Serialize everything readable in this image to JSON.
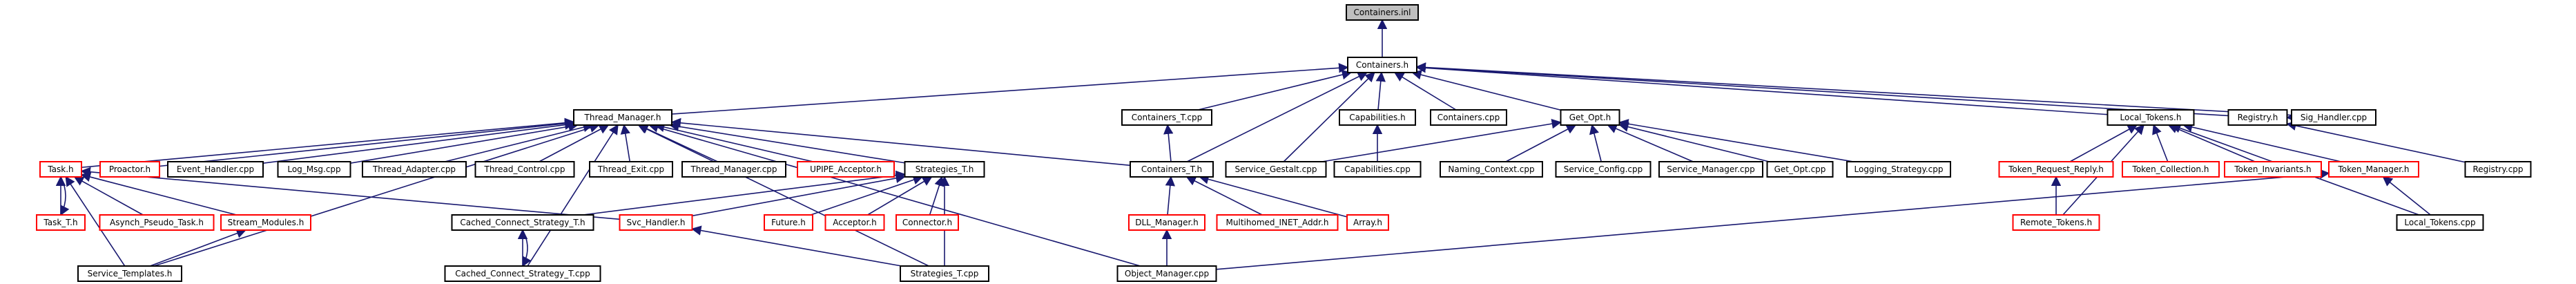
{
  "colors": {
    "edge": "#191970",
    "node_border": "#000000",
    "node_border_undocumented": "#ff0000",
    "root_fill": "#bfbfbf"
  },
  "nodes": [
    {
      "id": "containers_inl",
      "label": "Containers.inl",
      "style": "root"
    },
    {
      "id": "containers_h",
      "label": "Containers.h",
      "style": "black"
    },
    {
      "id": "thread_manager_h",
      "label": "Thread_Manager.h",
      "style": "black"
    },
    {
      "id": "containers_t_cpp",
      "label": "Containers_T.cpp",
      "style": "black"
    },
    {
      "id": "capabilities_h",
      "label": "Capabilities.h",
      "style": "black"
    },
    {
      "id": "containers_cpp",
      "label": "Containers.cpp",
      "style": "black"
    },
    {
      "id": "get_opt_h",
      "label": "Get_Opt.h",
      "style": "black"
    },
    {
      "id": "local_tokens_h",
      "label": "Local_Tokens.h",
      "style": "black"
    },
    {
      "id": "registry_h",
      "label": "Registry.h",
      "style": "black"
    },
    {
      "id": "sig_handler_cpp",
      "label": "Sig_Handler.cpp",
      "style": "black"
    },
    {
      "id": "task_h",
      "label": "Task.h",
      "style": "red"
    },
    {
      "id": "proactor_h",
      "label": "Proactor.h",
      "style": "red"
    },
    {
      "id": "event_handler_cpp",
      "label": "Event_Handler.cpp",
      "style": "black"
    },
    {
      "id": "log_msg_cpp",
      "label": "Log_Msg.cpp",
      "style": "black"
    },
    {
      "id": "thread_adapter_cpp",
      "label": "Thread_Adapter.cpp",
      "style": "black"
    },
    {
      "id": "thread_control_cpp",
      "label": "Thread_Control.cpp",
      "style": "black"
    },
    {
      "id": "thread_exit_cpp",
      "label": "Thread_Exit.cpp",
      "style": "black"
    },
    {
      "id": "thread_manager_cpp",
      "label": "Thread_Manager.cpp",
      "style": "black"
    },
    {
      "id": "upipe_acceptor_h",
      "label": "UPIPE_Acceptor.h",
      "style": "red"
    },
    {
      "id": "strategies_t_h",
      "label": "Strategies_T.h",
      "style": "black"
    },
    {
      "id": "containers_t_h",
      "label": "Containers_T.h",
      "style": "black"
    },
    {
      "id": "service_gestalt_cpp",
      "label": "Service_Gestalt.cpp",
      "style": "black"
    },
    {
      "id": "capabilities_cpp",
      "label": "Capabilities.cpp",
      "style": "black"
    },
    {
      "id": "naming_context_cpp",
      "label": "Naming_Context.cpp",
      "style": "black"
    },
    {
      "id": "service_config_cpp",
      "label": "Service_Config.cpp",
      "style": "black"
    },
    {
      "id": "service_manager_cpp",
      "label": "Service_Manager.cpp",
      "style": "black"
    },
    {
      "id": "get_opt_cpp",
      "label": "Get_Opt.cpp",
      "style": "black"
    },
    {
      "id": "logging_strategy_cpp",
      "label": "Logging_Strategy.cpp",
      "style": "black"
    },
    {
      "id": "token_request_reply_h",
      "label": "Token_Request_Reply.h",
      "style": "red"
    },
    {
      "id": "token_collection_h",
      "label": "Token_Collection.h",
      "style": "red"
    },
    {
      "id": "token_invariants_h",
      "label": "Token_Invariants.h",
      "style": "red"
    },
    {
      "id": "token_manager_h",
      "label": "Token_Manager.h",
      "style": "red"
    },
    {
      "id": "registry_cpp",
      "label": "Registry.cpp",
      "style": "black"
    },
    {
      "id": "task_t_h",
      "label": "Task_T.h",
      "style": "red"
    },
    {
      "id": "asynch_pseudo_task_h",
      "label": "Asynch_Pseudo_Task.h",
      "style": "red"
    },
    {
      "id": "stream_modules_h",
      "label": "Stream_Modules.h",
      "style": "red"
    },
    {
      "id": "cached_connect_strategy_t_h",
      "label": "Cached_Connect_Strategy_T.h",
      "style": "black"
    },
    {
      "id": "svc_handler_h",
      "label": "Svc_Handler.h",
      "style": "red"
    },
    {
      "id": "future_h",
      "label": "Future.h",
      "style": "red"
    },
    {
      "id": "acceptor_h",
      "label": "Acceptor.h",
      "style": "red"
    },
    {
      "id": "connector_h",
      "label": "Connector.h",
      "style": "red"
    },
    {
      "id": "dll_manager_h",
      "label": "DLL_Manager.h",
      "style": "red"
    },
    {
      "id": "multihomed_inet_addr_h",
      "label": "Multihomed_INET_Addr.h",
      "style": "red"
    },
    {
      "id": "array_h",
      "label": "Array.h",
      "style": "red"
    },
    {
      "id": "remote_tokens_h",
      "label": "Remote_Tokens.h",
      "style": "red"
    },
    {
      "id": "local_tokens_cpp",
      "label": "Local_Tokens.cpp",
      "style": "black"
    },
    {
      "id": "service_templates_h",
      "label": "Service_Templates.h",
      "style": "black"
    },
    {
      "id": "cached_connect_strategy_t_cpp",
      "label": "Cached_Connect_Strategy_T.cpp",
      "style": "black"
    },
    {
      "id": "strategies_t_cpp",
      "label": "Strategies_T.cpp",
      "style": "black"
    },
    {
      "id": "object_manager_cpp",
      "label": "Object_Manager.cpp",
      "style": "black"
    }
  ],
  "edges": [
    [
      "containers_h",
      "containers_inl"
    ],
    [
      "thread_manager_h",
      "containers_h"
    ],
    [
      "containers_t_cpp",
      "containers_h"
    ],
    [
      "capabilities_h",
      "containers_h"
    ],
    [
      "containers_cpp",
      "containers_h"
    ],
    [
      "get_opt_h",
      "containers_h"
    ],
    [
      "local_tokens_h",
      "containers_h"
    ],
    [
      "registry_h",
      "containers_h"
    ],
    [
      "sig_handler_cpp",
      "containers_h"
    ],
    [
      "containers_t_h",
      "containers_h"
    ],
    [
      "service_gestalt_cpp",
      "containers_h"
    ],
    [
      "task_h",
      "thread_manager_h"
    ],
    [
      "proactor_h",
      "thread_manager_h"
    ],
    [
      "event_handler_cpp",
      "thread_manager_h"
    ],
    [
      "log_msg_cpp",
      "thread_manager_h"
    ],
    [
      "thread_adapter_cpp",
      "thread_manager_h"
    ],
    [
      "thread_control_cpp",
      "thread_manager_h"
    ],
    [
      "thread_exit_cpp",
      "thread_manager_h"
    ],
    [
      "thread_manager_cpp",
      "thread_manager_h"
    ],
    [
      "upipe_acceptor_h",
      "thread_manager_h"
    ],
    [
      "strategies_t_h",
      "thread_manager_h"
    ],
    [
      "containers_t_h",
      "thread_manager_h"
    ],
    [
      "service_templates_h",
      "thread_manager_h"
    ],
    [
      "cached_connect_strategy_t_cpp",
      "thread_manager_h"
    ],
    [
      "strategies_t_cpp",
      "thread_manager_h"
    ],
    [
      "object_manager_cpp",
      "thread_manager_h"
    ],
    [
      "containers_t_h",
      "containers_t_cpp"
    ],
    [
      "capabilities_cpp",
      "capabilities_h"
    ],
    [
      "service_gestalt_cpp",
      "get_opt_h"
    ],
    [
      "naming_context_cpp",
      "get_opt_h"
    ],
    [
      "service_config_cpp",
      "get_opt_h"
    ],
    [
      "service_manager_cpp",
      "get_opt_h"
    ],
    [
      "get_opt_cpp",
      "get_opt_h"
    ],
    [
      "logging_strategy_cpp",
      "get_opt_h"
    ],
    [
      "token_request_reply_h",
      "local_tokens_h"
    ],
    [
      "token_collection_h",
      "local_tokens_h"
    ],
    [
      "token_invariants_h",
      "local_tokens_h"
    ],
    [
      "token_manager_h",
      "local_tokens_h"
    ],
    [
      "remote_tokens_h",
      "local_tokens_h"
    ],
    [
      "local_tokens_cpp",
      "local_tokens_h"
    ],
    [
      "registry_cpp",
      "registry_h"
    ],
    [
      "sig_handler_cpp",
      "registry_h"
    ],
    [
      "task_t_h",
      "task_h"
    ],
    [
      "asynch_pseudo_task_h",
      "task_h"
    ],
    [
      "stream_modules_h",
      "task_h"
    ],
    [
      "svc_handler_h",
      "task_h"
    ],
    [
      "service_templates_h",
      "task_h"
    ],
    [
      "task_h",
      "task_t_h"
    ],
    [
      "service_templates_h",
      "stream_modules_h"
    ],
    [
      "cached_connect_strategy_t_h",
      "strategies_t_h"
    ],
    [
      "svc_handler_h",
      "strategies_t_h"
    ],
    [
      "future_h",
      "strategies_t_h"
    ],
    [
      "acceptor_h",
      "strategies_t_h"
    ],
    [
      "connector_h",
      "strategies_t_h"
    ],
    [
      "strategies_t_cpp",
      "strategies_t_h"
    ],
    [
      "cached_connect_strategy_t_cpp",
      "cached_connect_strategy_t_h"
    ],
    [
      "cached_connect_strategy_t_h",
      "cached_connect_strategy_t_cpp"
    ],
    [
      "strategies_t_cpp",
      "svc_handler_h"
    ],
    [
      "dll_manager_h",
      "containers_t_h"
    ],
    [
      "multihomed_inet_addr_h",
      "containers_t_h"
    ],
    [
      "array_h",
      "containers_t_h"
    ],
    [
      "object_manager_cpp",
      "dll_manager_h"
    ],
    [
      "remote_tokens_h",
      "token_request_reply_h"
    ],
    [
      "object_manager_cpp",
      "token_manager_h"
    ],
    [
      "local_tokens_cpp",
      "token_manager_h"
    ]
  ]
}
